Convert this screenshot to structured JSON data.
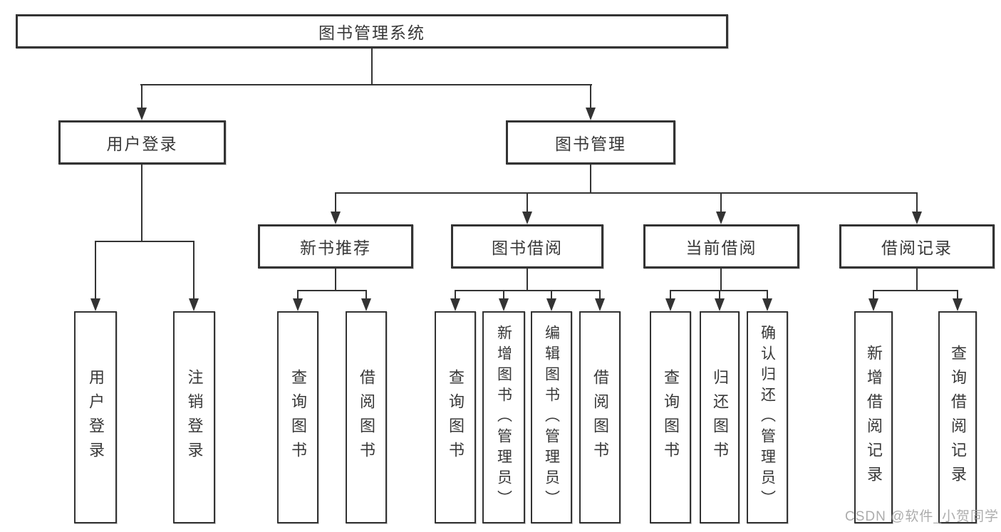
{
  "diagram_title": "图书管理系统",
  "nodes": {
    "root": "图书管理系统",
    "user_login": "用户登录",
    "book_management": "图书管理",
    "new_book_recommend": "新书推荐",
    "book_borrowing": "图书借阅",
    "current_borrowing": "当前借阅",
    "borrowing_records": "借阅记录"
  },
  "leaves": {
    "login": "用户登录",
    "logout": "注销登录",
    "recommend_query_books": "查询图书",
    "recommend_borrow_books": "借阅图书",
    "borrowing_query_books": "查询图书",
    "borrowing_add_books_admin": "新增图书（管理员）",
    "borrowing_edit_books_admin": "编辑图书（管理员）",
    "borrowing_borrow_books": "借阅图书",
    "current_query_books": "查询图书",
    "current_return_books": "归还图书",
    "current_confirm_return_admin": "确认归还（管理员）",
    "records_add_record": "新增借阅记录",
    "records_query_record": "查询借阅记录"
  },
  "edges": [
    {
      "from": "图书管理系统",
      "to": "用户登录"
    },
    {
      "from": "图书管理系统",
      "to": "图书管理"
    },
    {
      "from": "用户登录",
      "to": "用户登录"
    },
    {
      "from": "用户登录",
      "to": "注销登录"
    },
    {
      "from": "图书管理",
      "to": "新书推荐"
    },
    {
      "from": "图书管理",
      "to": "图书借阅"
    },
    {
      "from": "图书管理",
      "to": "当前借阅"
    },
    {
      "from": "图书管理",
      "to": "借阅记录"
    },
    {
      "from": "新书推荐",
      "to": "查询图书"
    },
    {
      "from": "新书推荐",
      "to": "借阅图书"
    },
    {
      "from": "图书借阅",
      "to": "查询图书"
    },
    {
      "from": "图书借阅",
      "to": "新增图书（管理员）"
    },
    {
      "from": "图书借阅",
      "to": "编辑图书（管理员）"
    },
    {
      "from": "图书借阅",
      "to": "借阅图书"
    },
    {
      "from": "当前借阅",
      "to": "查询图书"
    },
    {
      "from": "当前借阅",
      "to": "归还图书"
    },
    {
      "from": "当前借阅",
      "to": "确认归还（管理员）"
    },
    {
      "from": "借阅记录",
      "to": "新增借阅记录"
    },
    {
      "from": "借阅记录",
      "to": "查询借阅记录"
    }
  ],
  "watermark": "CSDN @软件_小贺同学",
  "colors": {
    "line": "#333333",
    "box_border": "#333333",
    "text": "#383838",
    "background": "#ffffff",
    "watermark": "#9e9e9e"
  }
}
